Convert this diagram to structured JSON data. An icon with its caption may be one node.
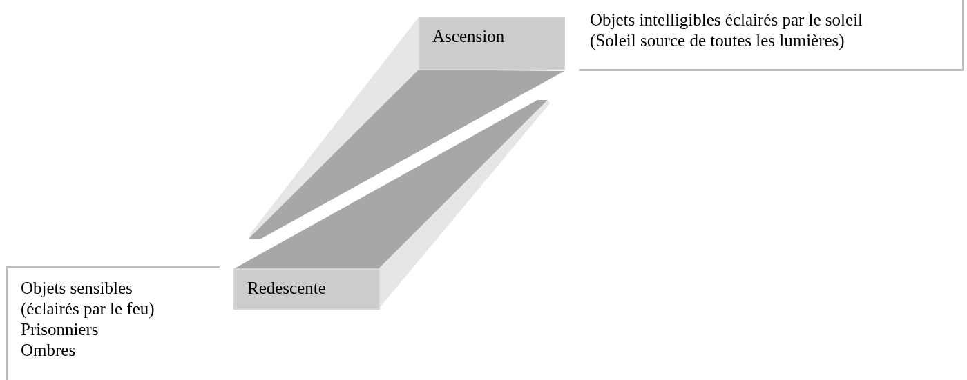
{
  "diagram": {
    "nodes": [
      {
        "text": [
          "Ascension"
        ]
      },
      {
        "text": [
          "Objets intelligibles éclairés par le soleil",
          "(Soleil source de toutes les lumières)"
        ]
      },
      {
        "text": [
          "Objets sensibles",
          "(éclairés par le feu)",
          "Prisonniers",
          "Ombres"
        ]
      },
      {
        "text": [
          "Redescente"
        ]
      }
    ]
  }
}
